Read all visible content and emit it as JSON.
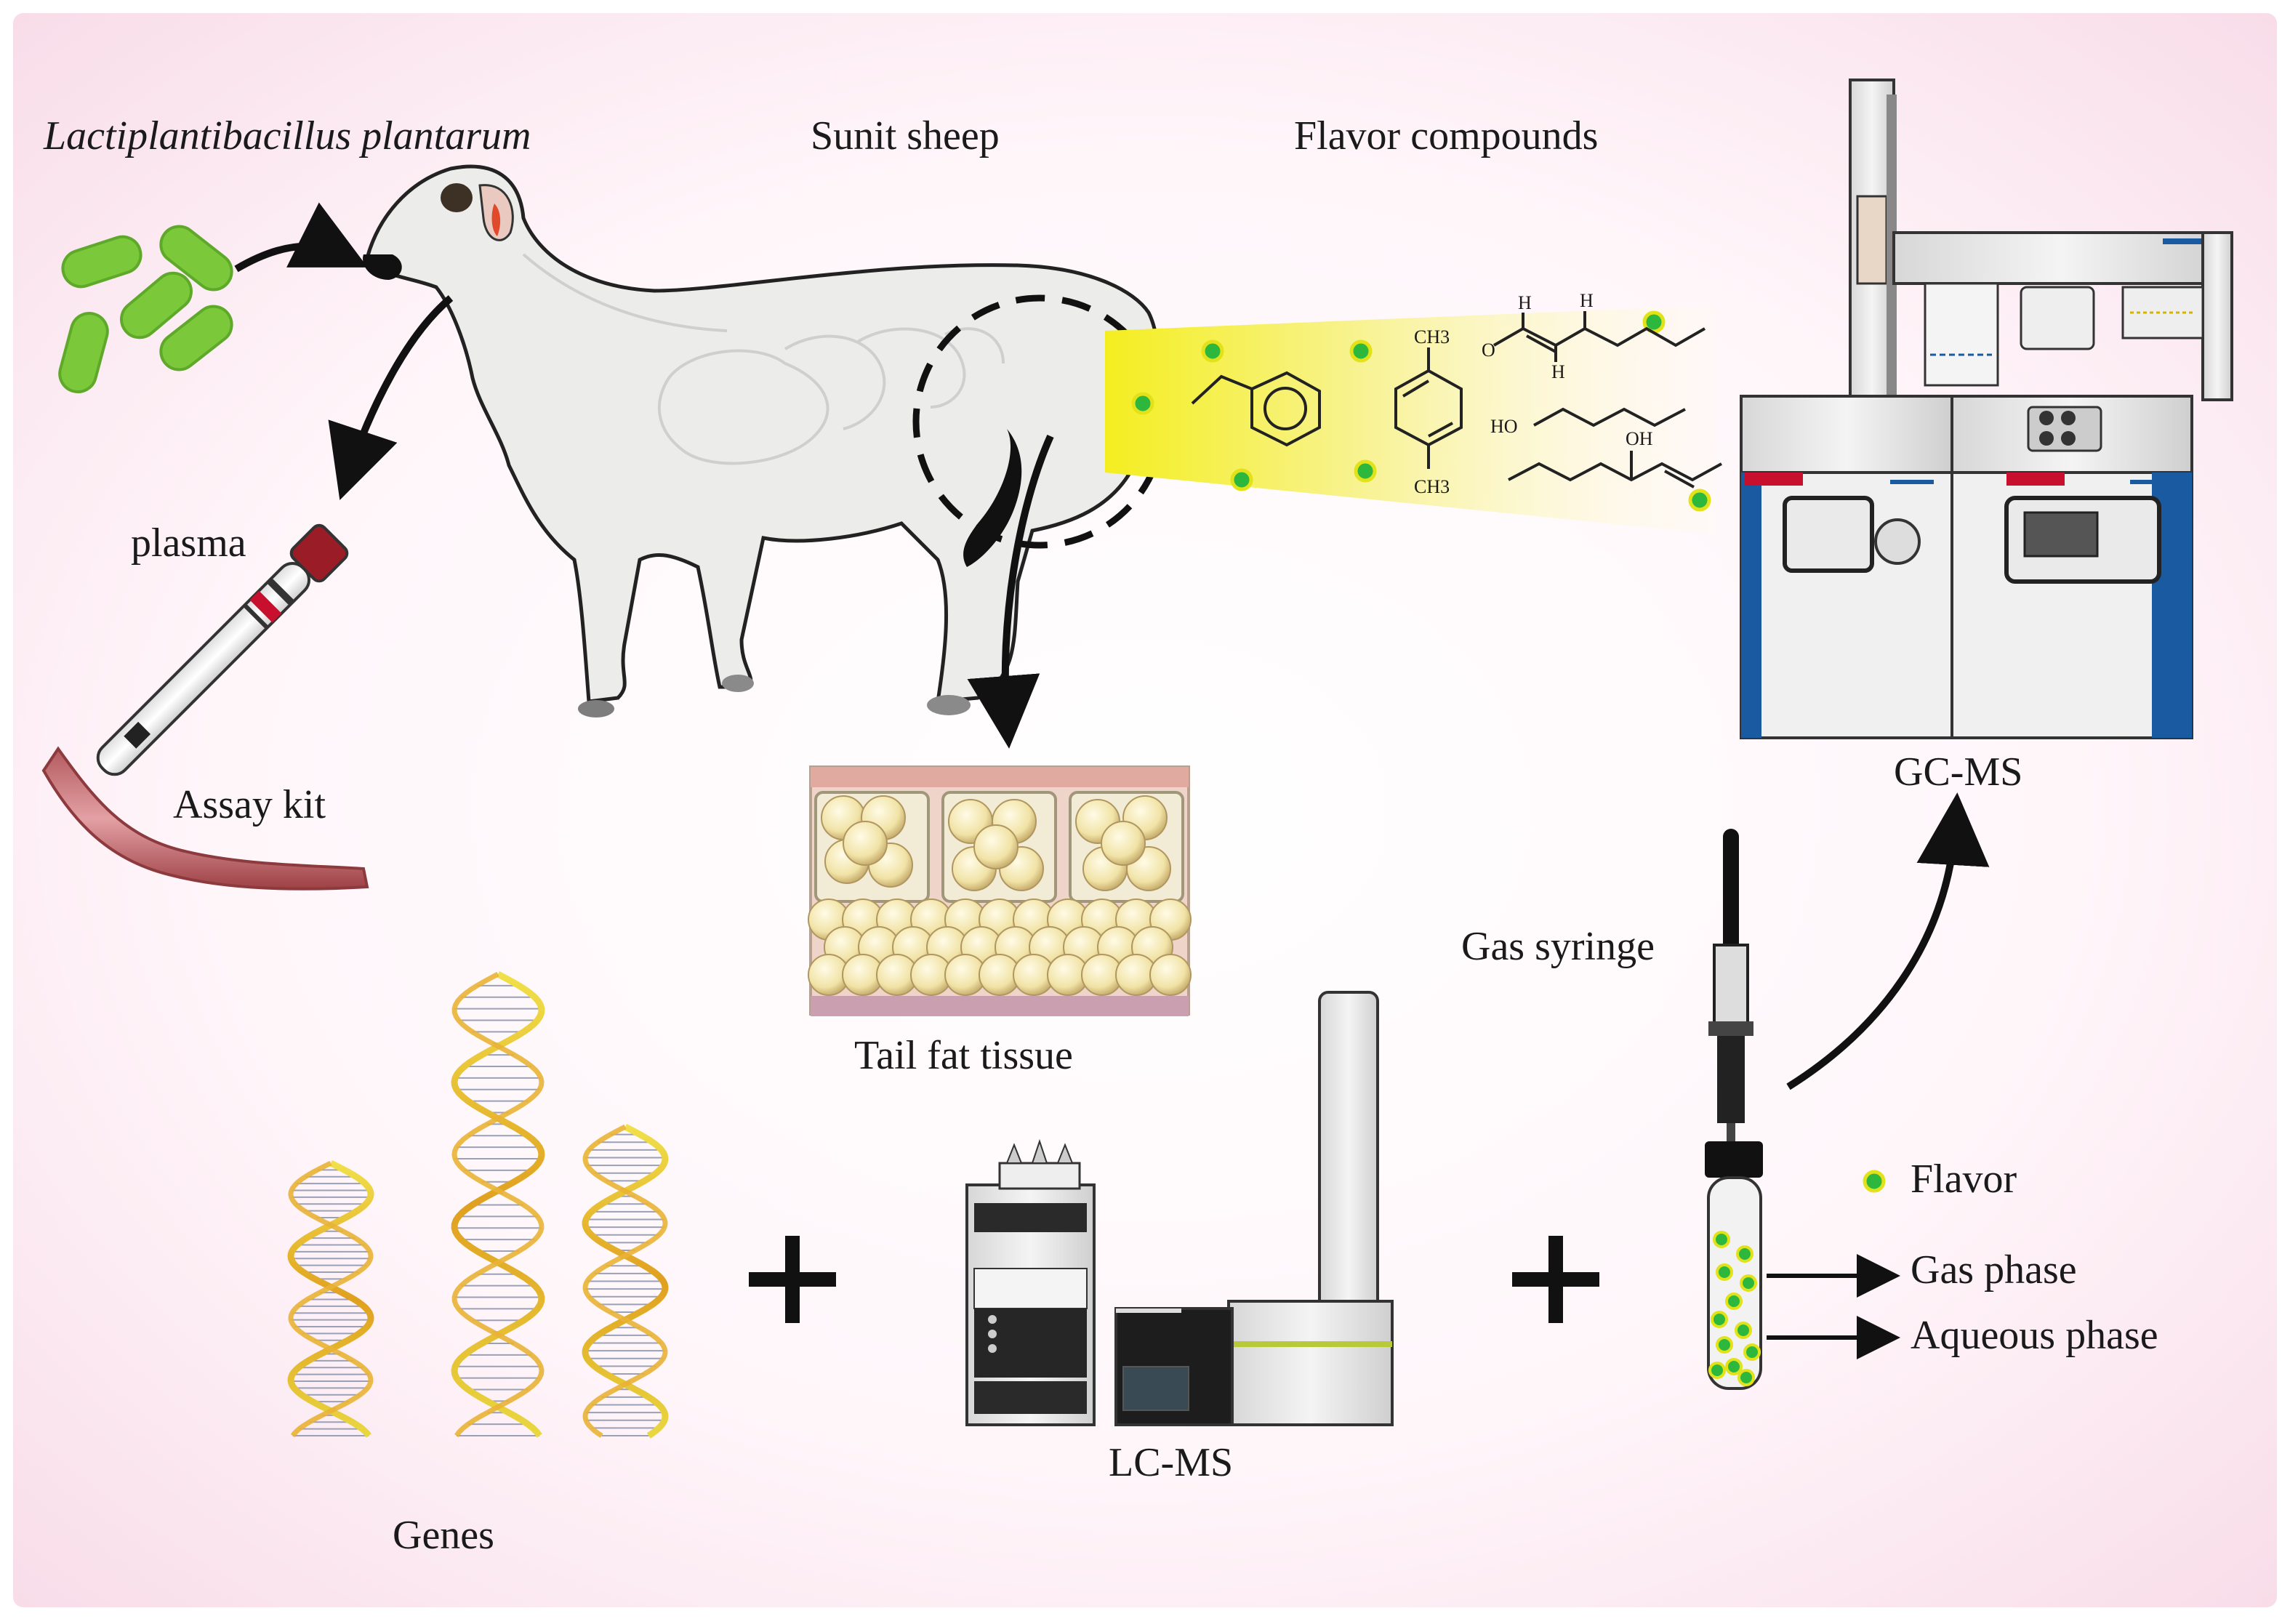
{
  "labels": {
    "bacteria": "Lactiplantibacillus plantarum",
    "sheep": "Sunit sheep",
    "flavor_compounds": "Flavor compounds",
    "plasma": "plasma",
    "assay_kit": "Assay kit",
    "tail_fat": "Tail fat tissue",
    "gcms": "GC-MS",
    "gas_syringe": "Gas syringe",
    "flavor": "Flavor",
    "gas_phase": "Gas phase",
    "aqueous_phase": "Aqueous phase",
    "genes": "Genes",
    "lcms": "LC-MS"
  },
  "chem_labels": {
    "ch3_top": "CH3",
    "ch3_bottom": "CH3",
    "ho": "HO",
    "oh": "OH",
    "o": "O",
    "h1": "H",
    "h2": "H",
    "h3": "H"
  },
  "colors": {
    "background": "#fbe9f1",
    "flavor_dot_fill": "#2db83d",
    "flavor_dot_ring": "#e2e21a",
    "bacteria": "#7bc93a",
    "gcms_blue": "#1a5aa0",
    "accent_red": "#c8102e"
  },
  "icons": [
    "bacteria-icon",
    "sheep-illustration",
    "blood-tube-icon",
    "blood-vessel-icon",
    "fat-tissue-illustration",
    "gcms-instrument",
    "lcms-instrument",
    "dna-helix-icon",
    "gas-syringe-icon",
    "vial-icon",
    "plus-icon",
    "arrow-icon"
  ]
}
